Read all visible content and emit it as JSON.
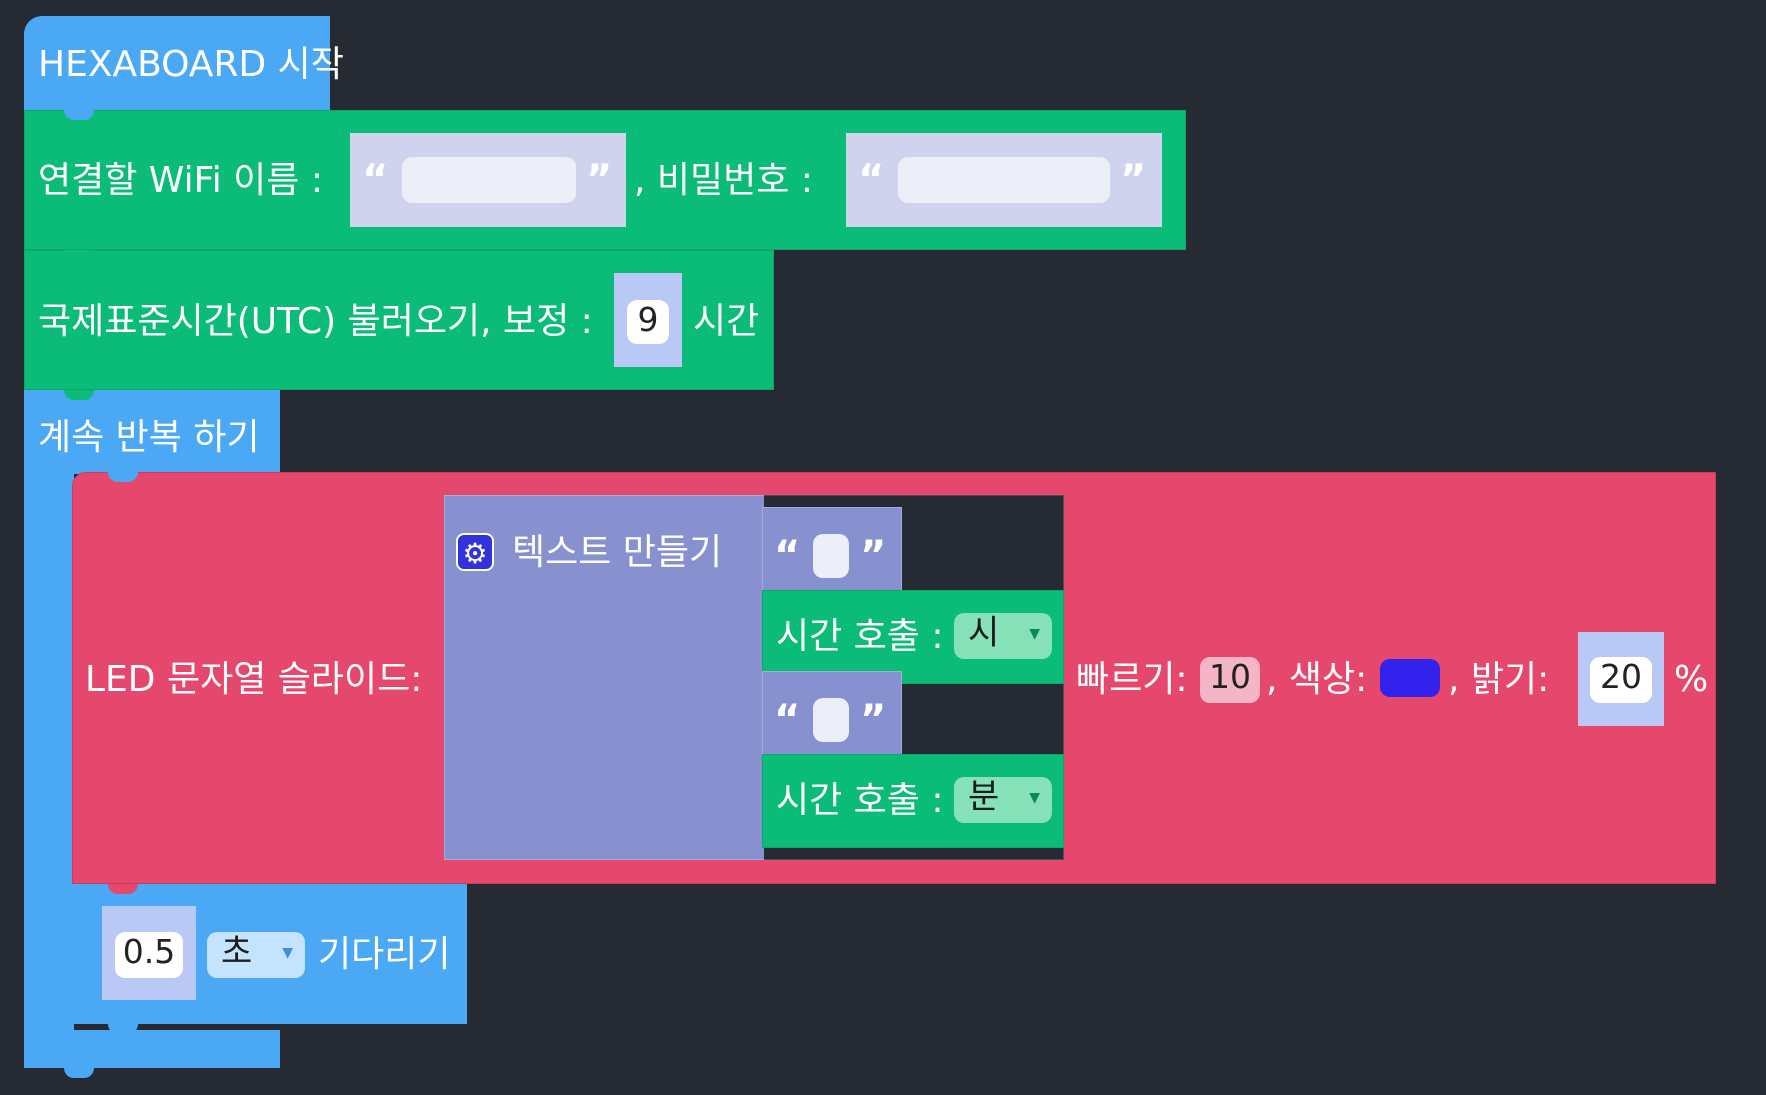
{
  "start_block": {
    "label": "HEXABOARD 시작"
  },
  "wifi_block": {
    "label_ssid": "연결할 WiFi 이름 :",
    "label_password": ", 비밀번호 :",
    "ssid_value": "",
    "password_value": "",
    "open_quote": "“",
    "close_quote": "”"
  },
  "utc_block": {
    "label": "국제표준시간(UTC) 불러오기, 보정 :",
    "offset_value": "9",
    "unit": "시간"
  },
  "loop_block": {
    "label": "계속 반복 하기"
  },
  "led_block": {
    "label": "LED 문자열 슬라이드:",
    "speed_label": "빠르기:",
    "speed_value": "10",
    "color_label": ", 색상:",
    "color_value": "#3322ee",
    "brightness_label": ", 밝기:",
    "brightness_value": "20",
    "percent": "%"
  },
  "text_join_block": {
    "label": "텍스트 만들기",
    "icon": "gear-icon",
    "items": [
      {
        "type": "text",
        "value": ""
      },
      {
        "type": "time",
        "label": "시간 호출 :",
        "unit": "시"
      },
      {
        "type": "text",
        "value": ""
      },
      {
        "type": "time",
        "label": "시간 호출 :",
        "unit": "분"
      }
    ]
  },
  "wait_block": {
    "value": "0.5",
    "unit": "초",
    "label": "기다리기"
  },
  "colors": {
    "background": "#262a33",
    "control_blue": "#4aa8f5",
    "green": "#0bbb78",
    "red": "#e5486c",
    "purple": "#8891d0"
  }
}
